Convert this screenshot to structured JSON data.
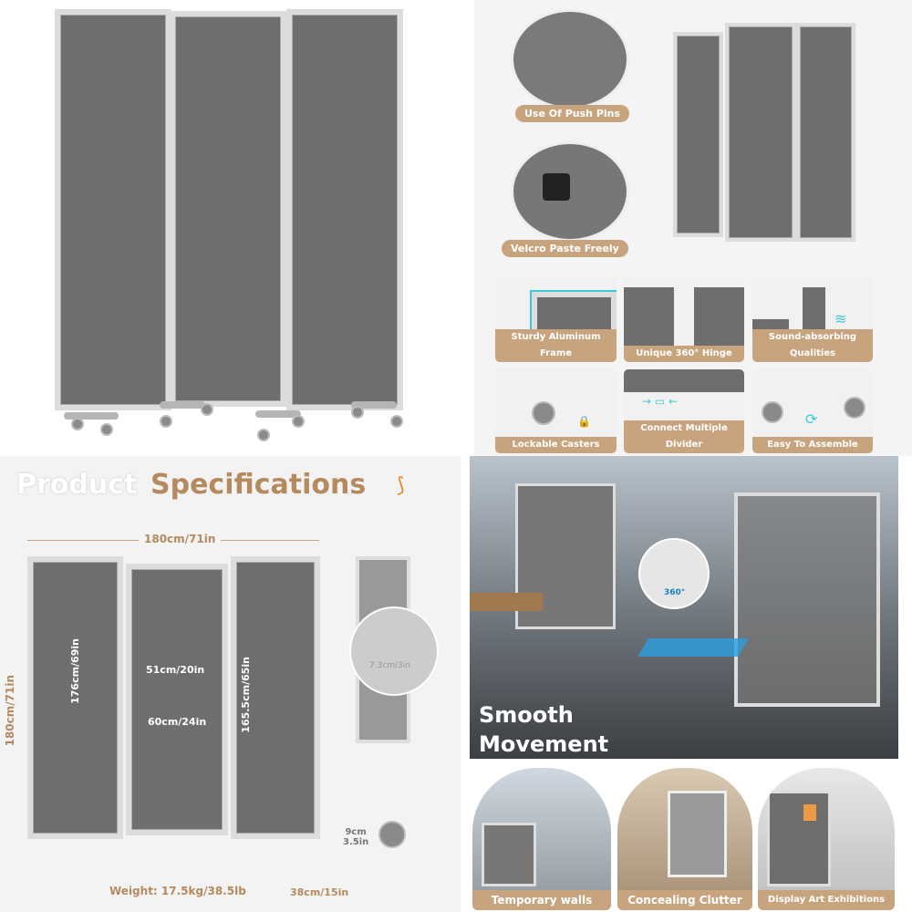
{
  "colors": {
    "panel": "#6e6e6e",
    "frame": "#dcdcdc",
    "accent": "#c8a47e",
    "highlight": "#3ec9d6"
  },
  "quadrant_top_right": {
    "callouts": [
      "Use Of Push Pins",
      "Velcro Paste Freely"
    ],
    "features": [
      "Sturdy Aluminum Frame",
      "Unique 360° Hinge",
      "Sound-absorbing Qualities",
      "Lockable Casters",
      "Connect Multiple Divider",
      "Easy To Assemble"
    ]
  },
  "specs": {
    "title_part1": "Product",
    "title_part2": "Specifications",
    "total_width": "180cm/71in",
    "total_height": "180cm/71in",
    "panel_height_left": "176cm/69in",
    "inner_width": "51cm/20in",
    "panel_width": "60cm/24in",
    "panel_height_right": "165.5cm/65in",
    "folded_depth": "7.3cm/3in",
    "caster_height_cm": "9cm",
    "caster_height_in": "3.5in",
    "base_depth": "38cm/15in",
    "weight": "Weight: 17.5kg/38.5lb"
  },
  "movement": {
    "line1": "Smooth",
    "line2": "Movement",
    "rotation": "360°"
  },
  "scenes": [
    "Temporary walls",
    "Concealing Clutter",
    "Display Art Exhibitions"
  ]
}
